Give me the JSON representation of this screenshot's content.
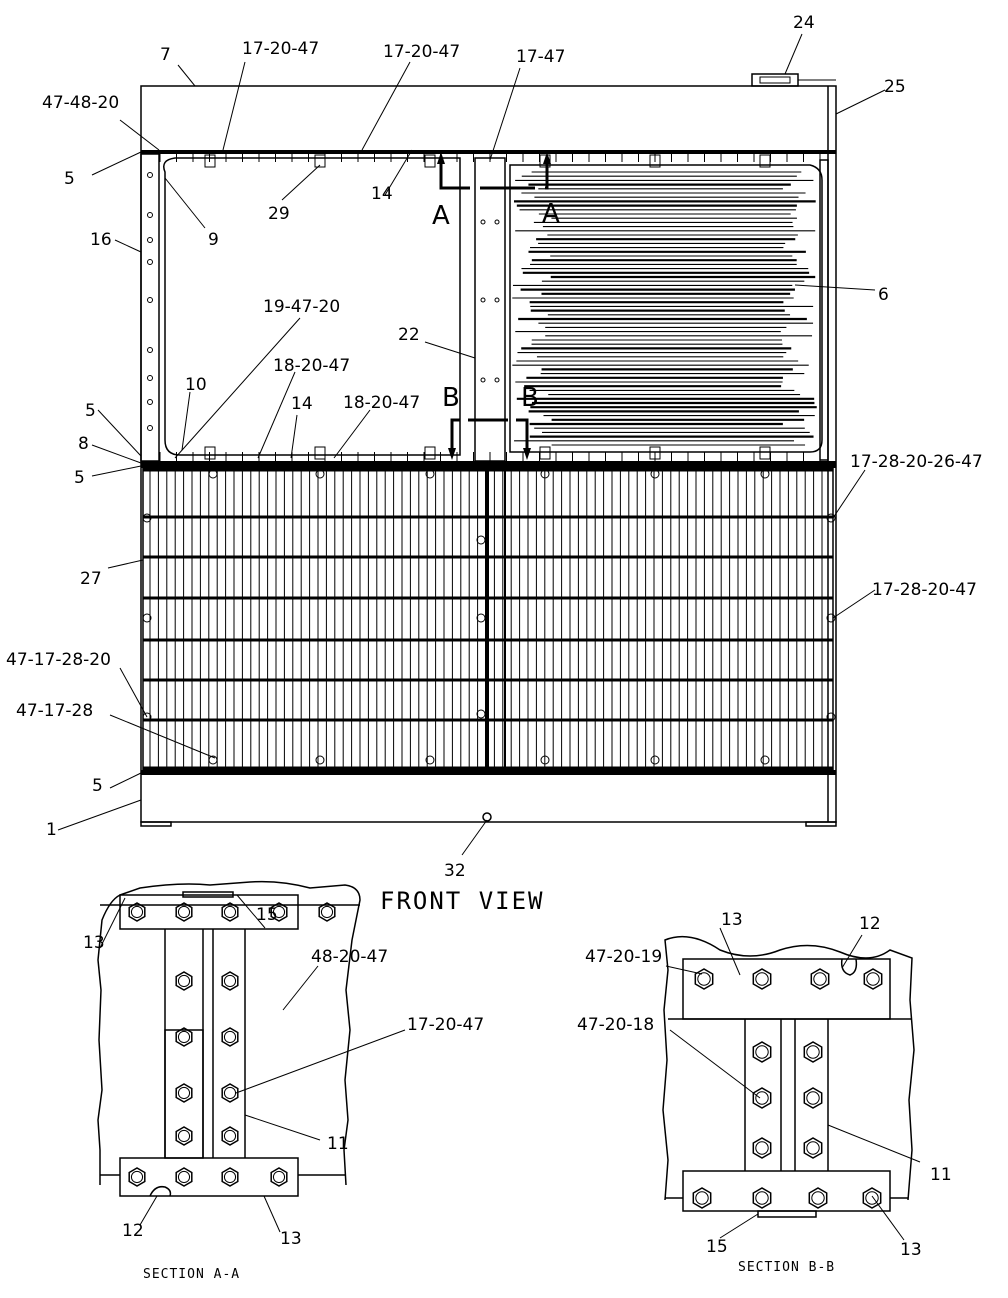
{
  "title": "FRONT VIEW",
  "section_a_title": "SECTION A-A",
  "section_b_title": "SECTION B-B",
  "section_markers": {
    "a": "A",
    "b": "B"
  },
  "front_callouts": [
    {
      "id": "c24",
      "text": "24"
    },
    {
      "id": "c7",
      "text": "7"
    },
    {
      "id": "c17-20-47a",
      "text": "17-20-47"
    },
    {
      "id": "c17-20-47b",
      "text": "17-20-47"
    },
    {
      "id": "c17-47",
      "text": "17-47"
    },
    {
      "id": "c25",
      "text": "25"
    },
    {
      "id": "c47-48-20",
      "text": "47-48-20"
    },
    {
      "id": "c5a",
      "text": "5"
    },
    {
      "id": "c29",
      "text": "29"
    },
    {
      "id": "c14a",
      "text": "14"
    },
    {
      "id": "c16",
      "text": "16"
    },
    {
      "id": "c9",
      "text": "9"
    },
    {
      "id": "c6",
      "text": "6"
    },
    {
      "id": "c19-47-20",
      "text": "19-47-20"
    },
    {
      "id": "c22",
      "text": "22"
    },
    {
      "id": "c18-20-47a",
      "text": "18-20-47"
    },
    {
      "id": "c10",
      "text": "10"
    },
    {
      "id": "c5b",
      "text": "5"
    },
    {
      "id": "c14b",
      "text": "14"
    },
    {
      "id": "c18-20-47b",
      "text": "18-20-47"
    },
    {
      "id": "c8",
      "text": "8"
    },
    {
      "id": "c5c",
      "text": "5"
    },
    {
      "id": "c17-28-20-26-47",
      "text": "17-28-20-26-47"
    },
    {
      "id": "c27",
      "text": "27"
    },
    {
      "id": "c17-28-20-47",
      "text": "17-28-20-47"
    },
    {
      "id": "c47-17-28-20",
      "text": "47-17-28-20"
    },
    {
      "id": "c47-17-28",
      "text": "47-17-28"
    },
    {
      "id": "c5d",
      "text": "5"
    },
    {
      "id": "c1",
      "text": "1"
    },
    {
      "id": "c32",
      "text": "32"
    }
  ],
  "section_a_callouts": [
    {
      "id": "a13a",
      "text": "13"
    },
    {
      "id": "a15",
      "text": "15"
    },
    {
      "id": "a48-20-47",
      "text": "48-20-47"
    },
    {
      "id": "a17-20-47",
      "text": "17-20-47"
    },
    {
      "id": "a11",
      "text": "11"
    },
    {
      "id": "a12",
      "text": "12"
    },
    {
      "id": "a13b",
      "text": "13"
    }
  ],
  "section_b_callouts": [
    {
      "id": "b13a",
      "text": "13"
    },
    {
      "id": "b12",
      "text": "12"
    },
    {
      "id": "b47-20-19",
      "text": "47-20-19"
    },
    {
      "id": "b47-20-18",
      "text": "47-20-18"
    },
    {
      "id": "b11",
      "text": "11"
    },
    {
      "id": "b15",
      "text": "15"
    },
    {
      "id": "b13b",
      "text": "13"
    }
  ]
}
